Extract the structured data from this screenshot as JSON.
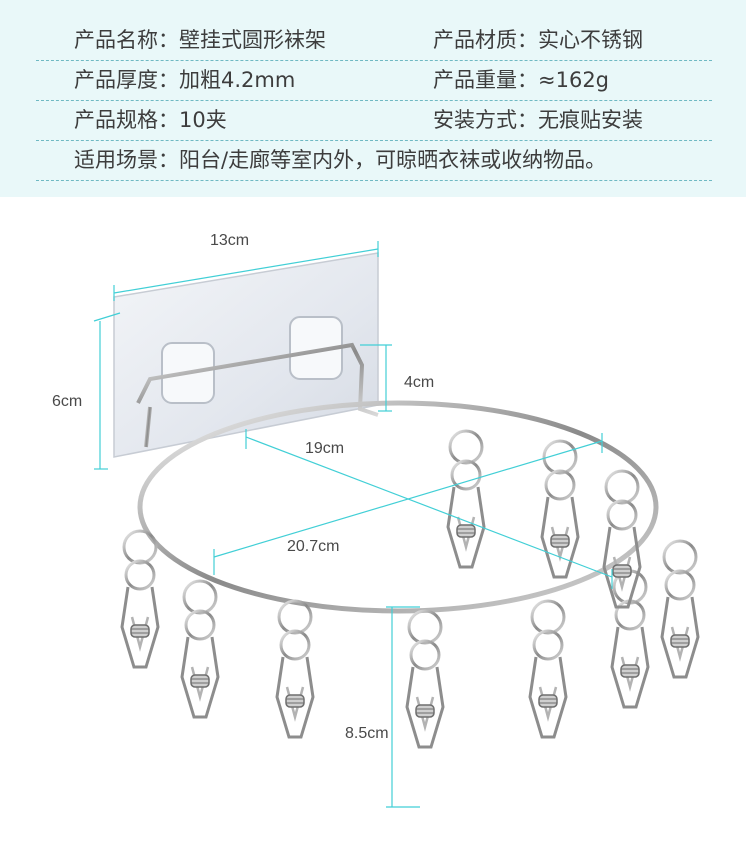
{
  "specs": {
    "name": {
      "label": "产品名称：",
      "value": "壁挂式圆形袜架"
    },
    "material": {
      "label": "产品材质：",
      "value": "实心不锈钢"
    },
    "thickness": {
      "label": "产品厚度：",
      "value": "加粗4.2mm"
    },
    "weight": {
      "label": "产品重量：",
      "value": "≈162g"
    },
    "size": {
      "label": "产品规格：",
      "value": "10夹"
    },
    "install": {
      "label": "安装方式：",
      "value": "无痕贴安装"
    },
    "scene": {
      "label": "适用场景：",
      "value": "阳台/走廊等室内外，可晾晒衣袜或收纳物品。"
    }
  },
  "dimensions": {
    "plate_width": "13cm",
    "plate_height": "6cm",
    "bracket_depth": "4cm",
    "ring_width": "19cm",
    "ring_depth": "20.7cm",
    "clip_length": "8.5cm"
  },
  "colors": {
    "panel_bg": "#e9f8f9",
    "dimension_line": "#42cfd6",
    "text": "#3d3d3d"
  }
}
